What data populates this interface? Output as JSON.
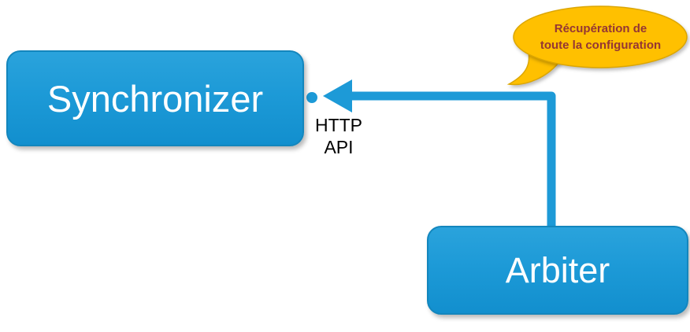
{
  "diagram": {
    "nodes": {
      "synchronizer": {
        "label": "Synchronizer"
      },
      "arbiter": {
        "label": "Arbiter"
      }
    },
    "connector": {
      "label_lines": [
        "HTTP",
        "API"
      ],
      "direction": "from Arbiter to Synchronizer"
    },
    "callout": {
      "lines": [
        "Récupération de",
        "toute la configuration"
      ]
    },
    "colors": {
      "node_fill": "#1d9ad7",
      "node_border": "#1386bd",
      "connector": "#1d9ad7",
      "callout_fill": "#ffc000",
      "callout_border": "#dca600",
      "callout_text": "#943634",
      "label_text": "#000000"
    }
  }
}
